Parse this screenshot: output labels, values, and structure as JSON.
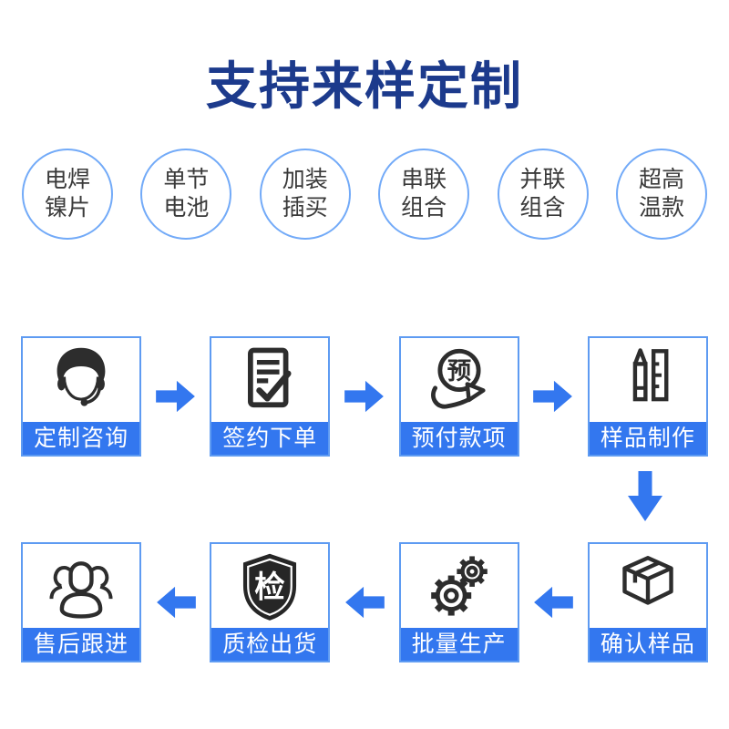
{
  "title": "支持来样定制",
  "colors": {
    "title": "#1c3a8c",
    "accent_blue": "#3377ef",
    "circle_border": "#72aaf8",
    "box_border": "#5e9bf2",
    "icon_ink": "#2d2d2d",
    "label_text": "#ffffff",
    "circle_text": "#3a3a3a"
  },
  "circles": [
    {
      "line1": "电焊",
      "line2": "镍片"
    },
    {
      "line1": "单节",
      "line2": "电池"
    },
    {
      "line1": "加装",
      "line2": "插买"
    },
    {
      "line1": "串联",
      "line2": "组合"
    },
    {
      "line1": "并联",
      "line2": "组含"
    },
    {
      "line1": "超高",
      "line2": "温款"
    }
  ],
  "flow": {
    "row1": [
      {
        "label": "定制咨询",
        "icon": "customer-service-icon"
      },
      {
        "label": "签约下单",
        "icon": "contract-icon"
      },
      {
        "label": "预付款项",
        "icon": "prepay-hand-icon"
      },
      {
        "label": "样品制作",
        "icon": "pencil-ruler-icon"
      }
    ],
    "row2": [
      {
        "label": "售后跟进",
        "icon": "people-icon"
      },
      {
        "label": "质检出货",
        "icon": "inspection-shield-icon"
      },
      {
        "label": "批量生产",
        "icon": "gears-icon"
      },
      {
        "label": "确认样品",
        "icon": "package-box-icon"
      }
    ]
  },
  "icon_glyphs": {
    "prepay": "预",
    "inspect": "检"
  }
}
